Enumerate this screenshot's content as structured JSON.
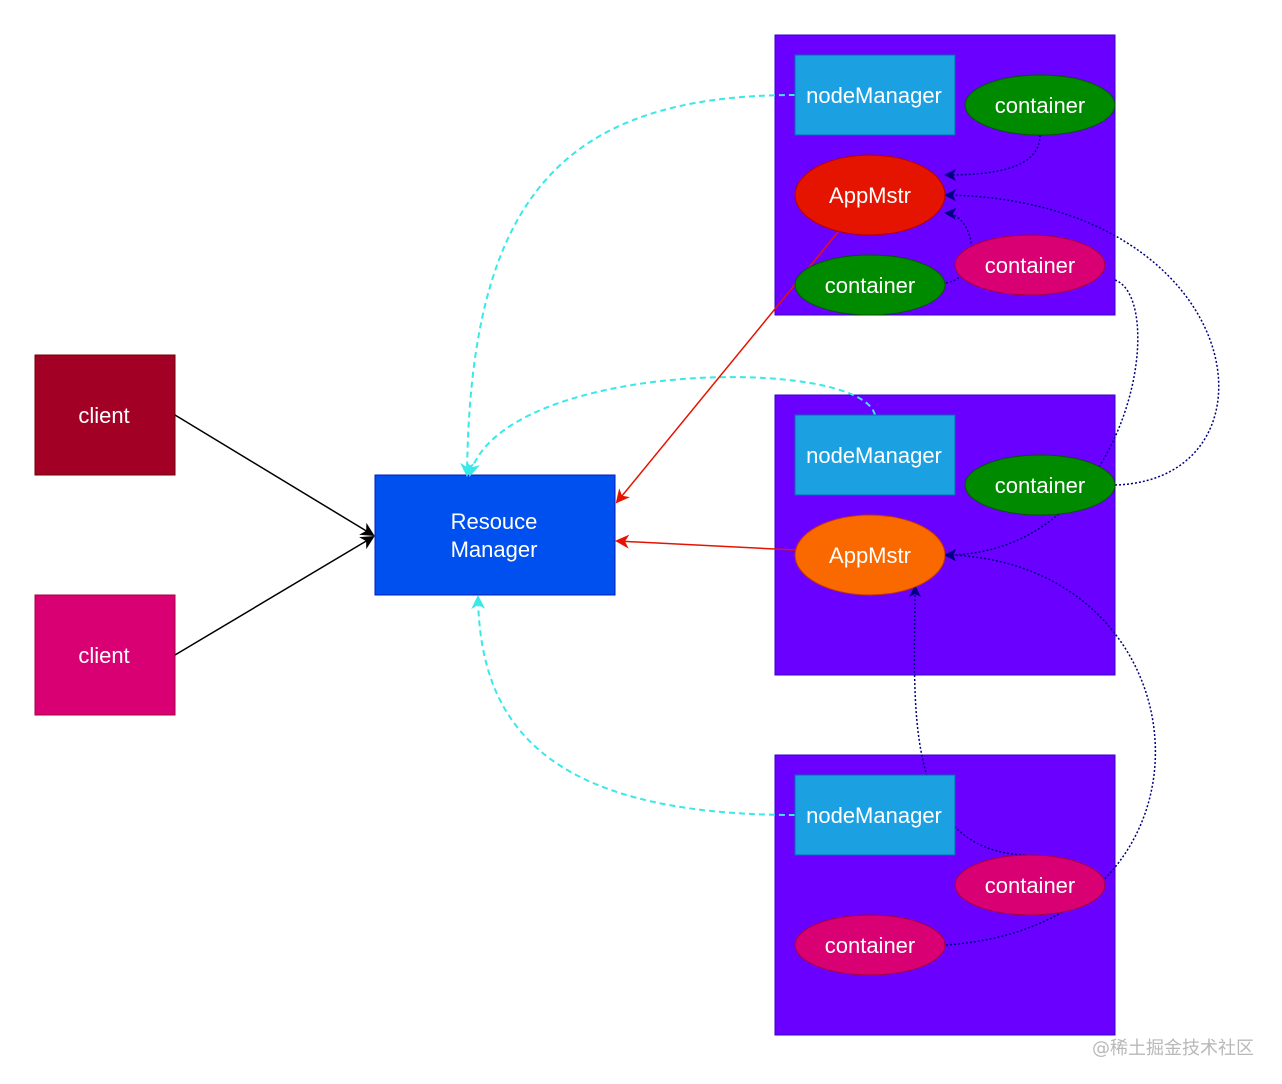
{
  "clients": [
    {
      "label": "client",
      "color": "#a20025"
    },
    {
      "label": "client",
      "color": "#d80073"
    }
  ],
  "resource_manager": {
    "label_line1": "Resouce",
    "label_line2": "Manager",
    "color": "#0050ef"
  },
  "nodes": [
    {
      "node_manager": "nodeManager",
      "app_master": "AppMstr",
      "app_master_color": "#e51400",
      "containers": [
        "container",
        "container",
        "container"
      ]
    },
    {
      "node_manager": "nodeManager",
      "app_master": "AppMstr",
      "app_master_color": "#fa6800",
      "containers": [
        "container"
      ]
    },
    {
      "node_manager": "nodeManager",
      "containers": [
        "container",
        "container"
      ]
    }
  ],
  "colors": {
    "node_box": "#6a00ff",
    "node_manager": "#1ba1e2",
    "container_green": "#008a00",
    "container_pink": "#d80073",
    "heartbeat_line": "#3ae8e8",
    "container_to_am_line": "#000080"
  },
  "watermark": "@稀土掘金技术社区"
}
